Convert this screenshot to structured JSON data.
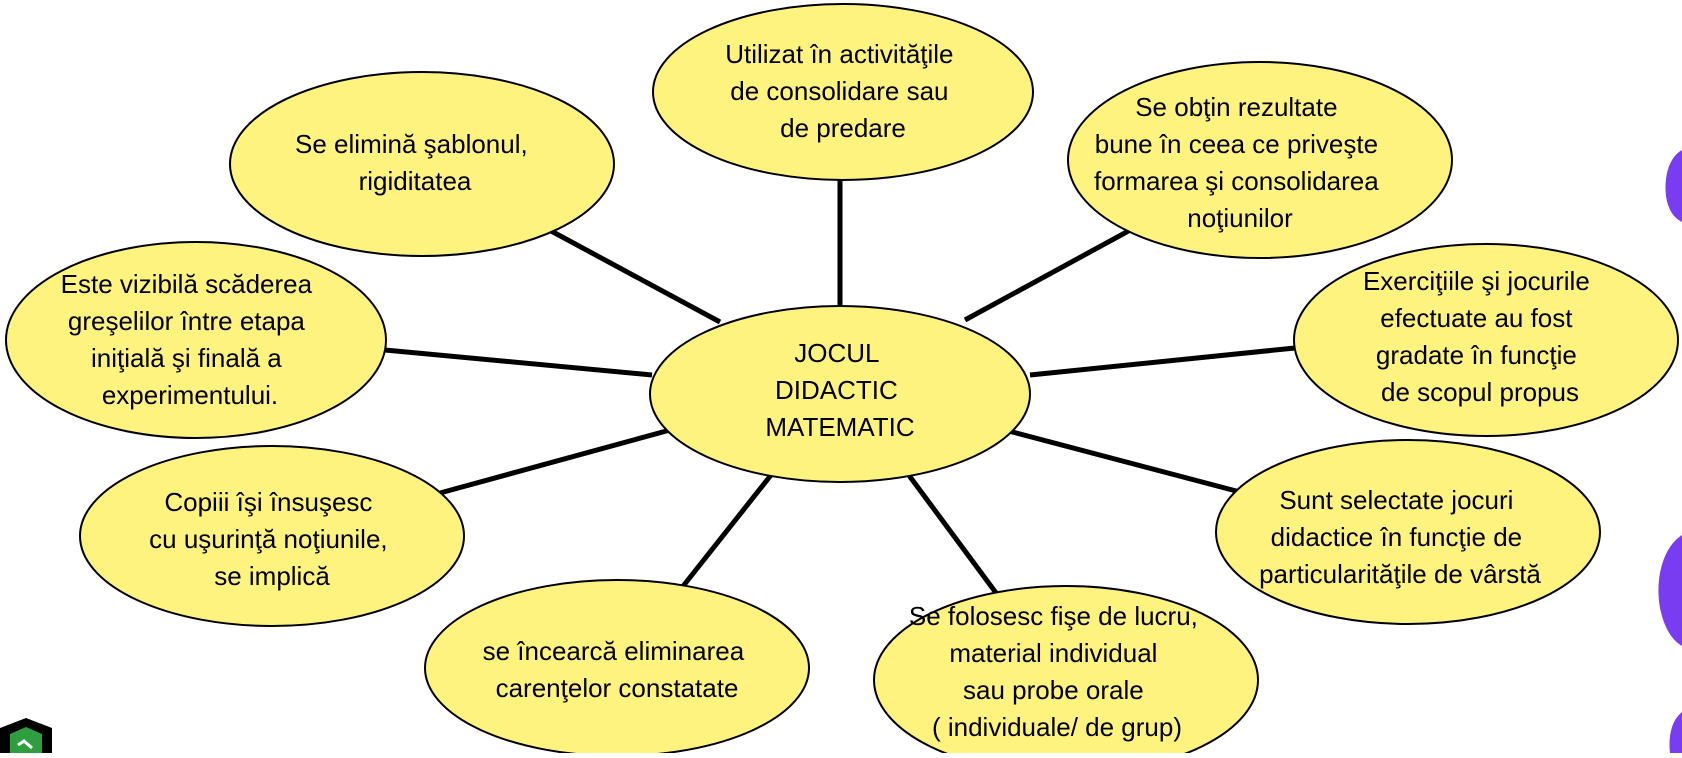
{
  "center": {
    "lines": [
      "JOCUL",
      "DIDACTIC",
      "MATEMATIC"
    ]
  },
  "nodes": [
    {
      "id": "node-utilizat",
      "lines": [
        "Utilizat în activităţile",
        "de consolidare sau",
        "de predare"
      ]
    },
    {
      "id": "node-rezultate",
      "lines": [
        "Se obţin rezultate",
        "bune în ceea ce priveşte",
        "formarea şi consolidarea",
        "noţiunilor"
      ]
    },
    {
      "id": "node-exercitii",
      "lines": [
        "Exerciţiile şi jocurile",
        "efectuate au fost",
        "gradate în funcţie",
        "de scopul propus"
      ]
    },
    {
      "id": "node-selectate",
      "lines": [
        "Sunt selectate jocuri",
        "didactice în funcţie de",
        "particularităţile de vârstă"
      ]
    },
    {
      "id": "node-fise",
      "lines": [
        "Se folosesc fişe de lucru,",
        "material individual",
        "sau probe orale",
        "( individuale/ de grup)"
      ]
    },
    {
      "id": "node-carente",
      "lines": [
        "se încearcă eliminarea",
        "carenţelor constatate"
      ]
    },
    {
      "id": "node-copiii",
      "lines": [
        "Copiii îşi însuşesc",
        "cu uşurinţă noţiunile,",
        "se implică"
      ]
    },
    {
      "id": "node-greseli",
      "lines": [
        "Este vizibilă scăderea",
        "greşelilor între etapa",
        "iniţială şi finală a",
        "experimentului."
      ]
    },
    {
      "id": "node-sablon",
      "lines": [
        "Se elimină şablonul,",
        "rigiditatea"
      ]
    }
  ],
  "colors": {
    "node_fill": "#FFF380",
    "node_stroke": "#000000",
    "connector": "#000000",
    "accent_purple": "#7A3CF0",
    "logo_green": "#2E9E3E"
  }
}
